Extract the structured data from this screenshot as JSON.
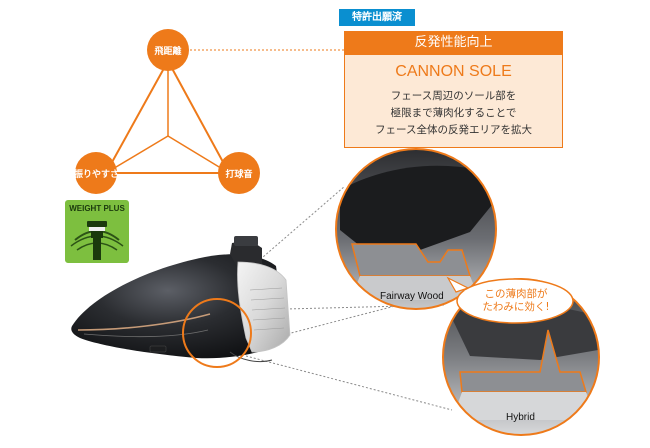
{
  "triangle": {
    "top_label": "飛距離",
    "left_label": "振りやすさ",
    "right_label": "打球音"
  },
  "patent": {
    "badge": "特許出願済"
  },
  "info": {
    "header": "反発性能向上",
    "title": "CANNON SOLE",
    "lines": [
      "フェース周辺のソール部を",
      "極限まで薄肉化することで",
      "フェース全体の反発エリアを拡大"
    ]
  },
  "weight_plus": {
    "label": "WEIGHT PLUS"
  },
  "zoom": {
    "fairway_label": "Fairway Wood",
    "hybrid_label": "Hybrid"
  },
  "callout": {
    "line1": "この薄肉部が",
    "line2": "たわみに効く!"
  },
  "colors": {
    "accent": "#ee7a1a",
    "patent_blue": "#0a8fd0",
    "weight_green": "#7dbf3f",
    "info_fill": "#fde9d6"
  }
}
